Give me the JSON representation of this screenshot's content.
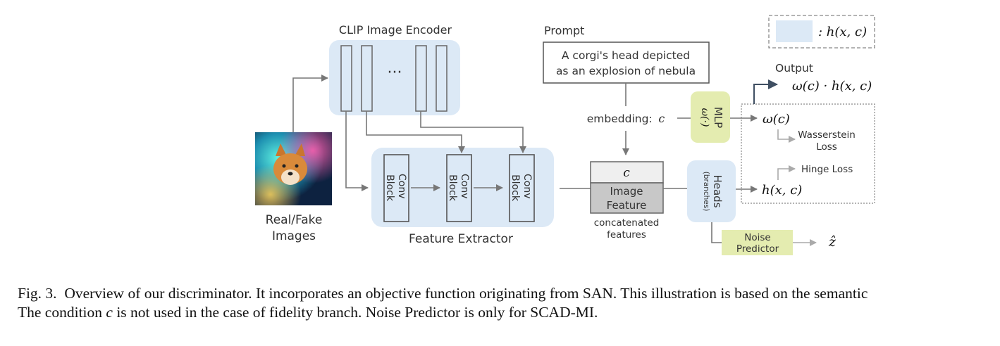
{
  "diagram": {
    "clip_encoder_label": "CLIP Image Encoder",
    "clip_ellipsis": "···",
    "real_fake_line1": "Real/Fake",
    "real_fake_line2": "Images",
    "feature_extractor_label": "Feature Extractor",
    "conv_block_label_1": "Conv",
    "conv_block_label_2": "Block",
    "prompt_label": "Prompt",
    "prompt_text_line1": "A corgi's head depicted",
    "prompt_text_line2": "as an explosion of nebula",
    "embedding_label": "embedding:",
    "embedding_var": "c",
    "concat_top_label": "c",
    "concat_feature_line1": "Image",
    "concat_feature_line2": "Feature",
    "concat_caption_line1": "concatenated",
    "concat_caption_line2": "features",
    "mlp_label": "MLP",
    "mlp_omega": "ω(·)",
    "heads_label": "Heads",
    "heads_sub": "(branches)",
    "noise_predictor_line1": "Noise",
    "noise_predictor_line2": "Predictor",
    "z_hat": "ẑ",
    "output_label": "Output",
    "output_expr": "ω(c) · h(x, c)",
    "omega_c": "ω(c)",
    "h_xc": "h(x, c)",
    "wasserstein_line1": "Wasserstein",
    "wasserstein_line2": "Loss",
    "hinge_loss": "Hinge Loss",
    "legend_text": ": h(x, c)"
  },
  "caption": {
    "prefix": "Fig. 3.",
    "line1": "Overview of our discriminator. It incorporates an objective function originating from SAN. This illustration is based on the semantic",
    "line2_part1": "The condition ",
    "line2_var": "c",
    "line2_part2": " is not used in the case of fidelity branch. Noise Predictor is only for SCAD-MI."
  },
  "colors": {
    "blue_panel": "#dce9f6",
    "green_panel": "#e4ecb0",
    "arrow_gray": "#777777",
    "output_arrow": "#3f4f62"
  }
}
